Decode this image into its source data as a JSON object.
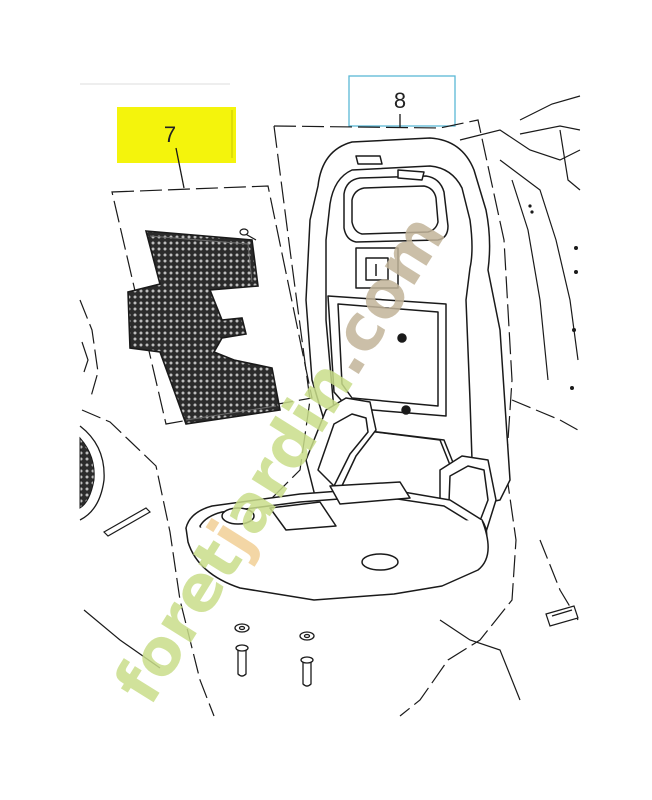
{
  "diagram": {
    "callouts": [
      {
        "id": "7",
        "label": "7",
        "highlight_color": "#f4f40c"
      },
      {
        "id": "8",
        "label": "8",
        "box_color": "#5bb8d6"
      }
    ]
  },
  "watermark": {
    "parts": [
      {
        "text": "foret",
        "color": "#c9de8a"
      },
      {
        "text": "j",
        "color": "#f2cf96"
      },
      {
        "text": "ardin",
        "color": "#c9de8a"
      },
      {
        "text": ".com",
        "color": "#c2b49a"
      }
    ]
  },
  "colors": {
    "line": "#1a1a1a",
    "mat_fill": "#2b2b2b"
  }
}
